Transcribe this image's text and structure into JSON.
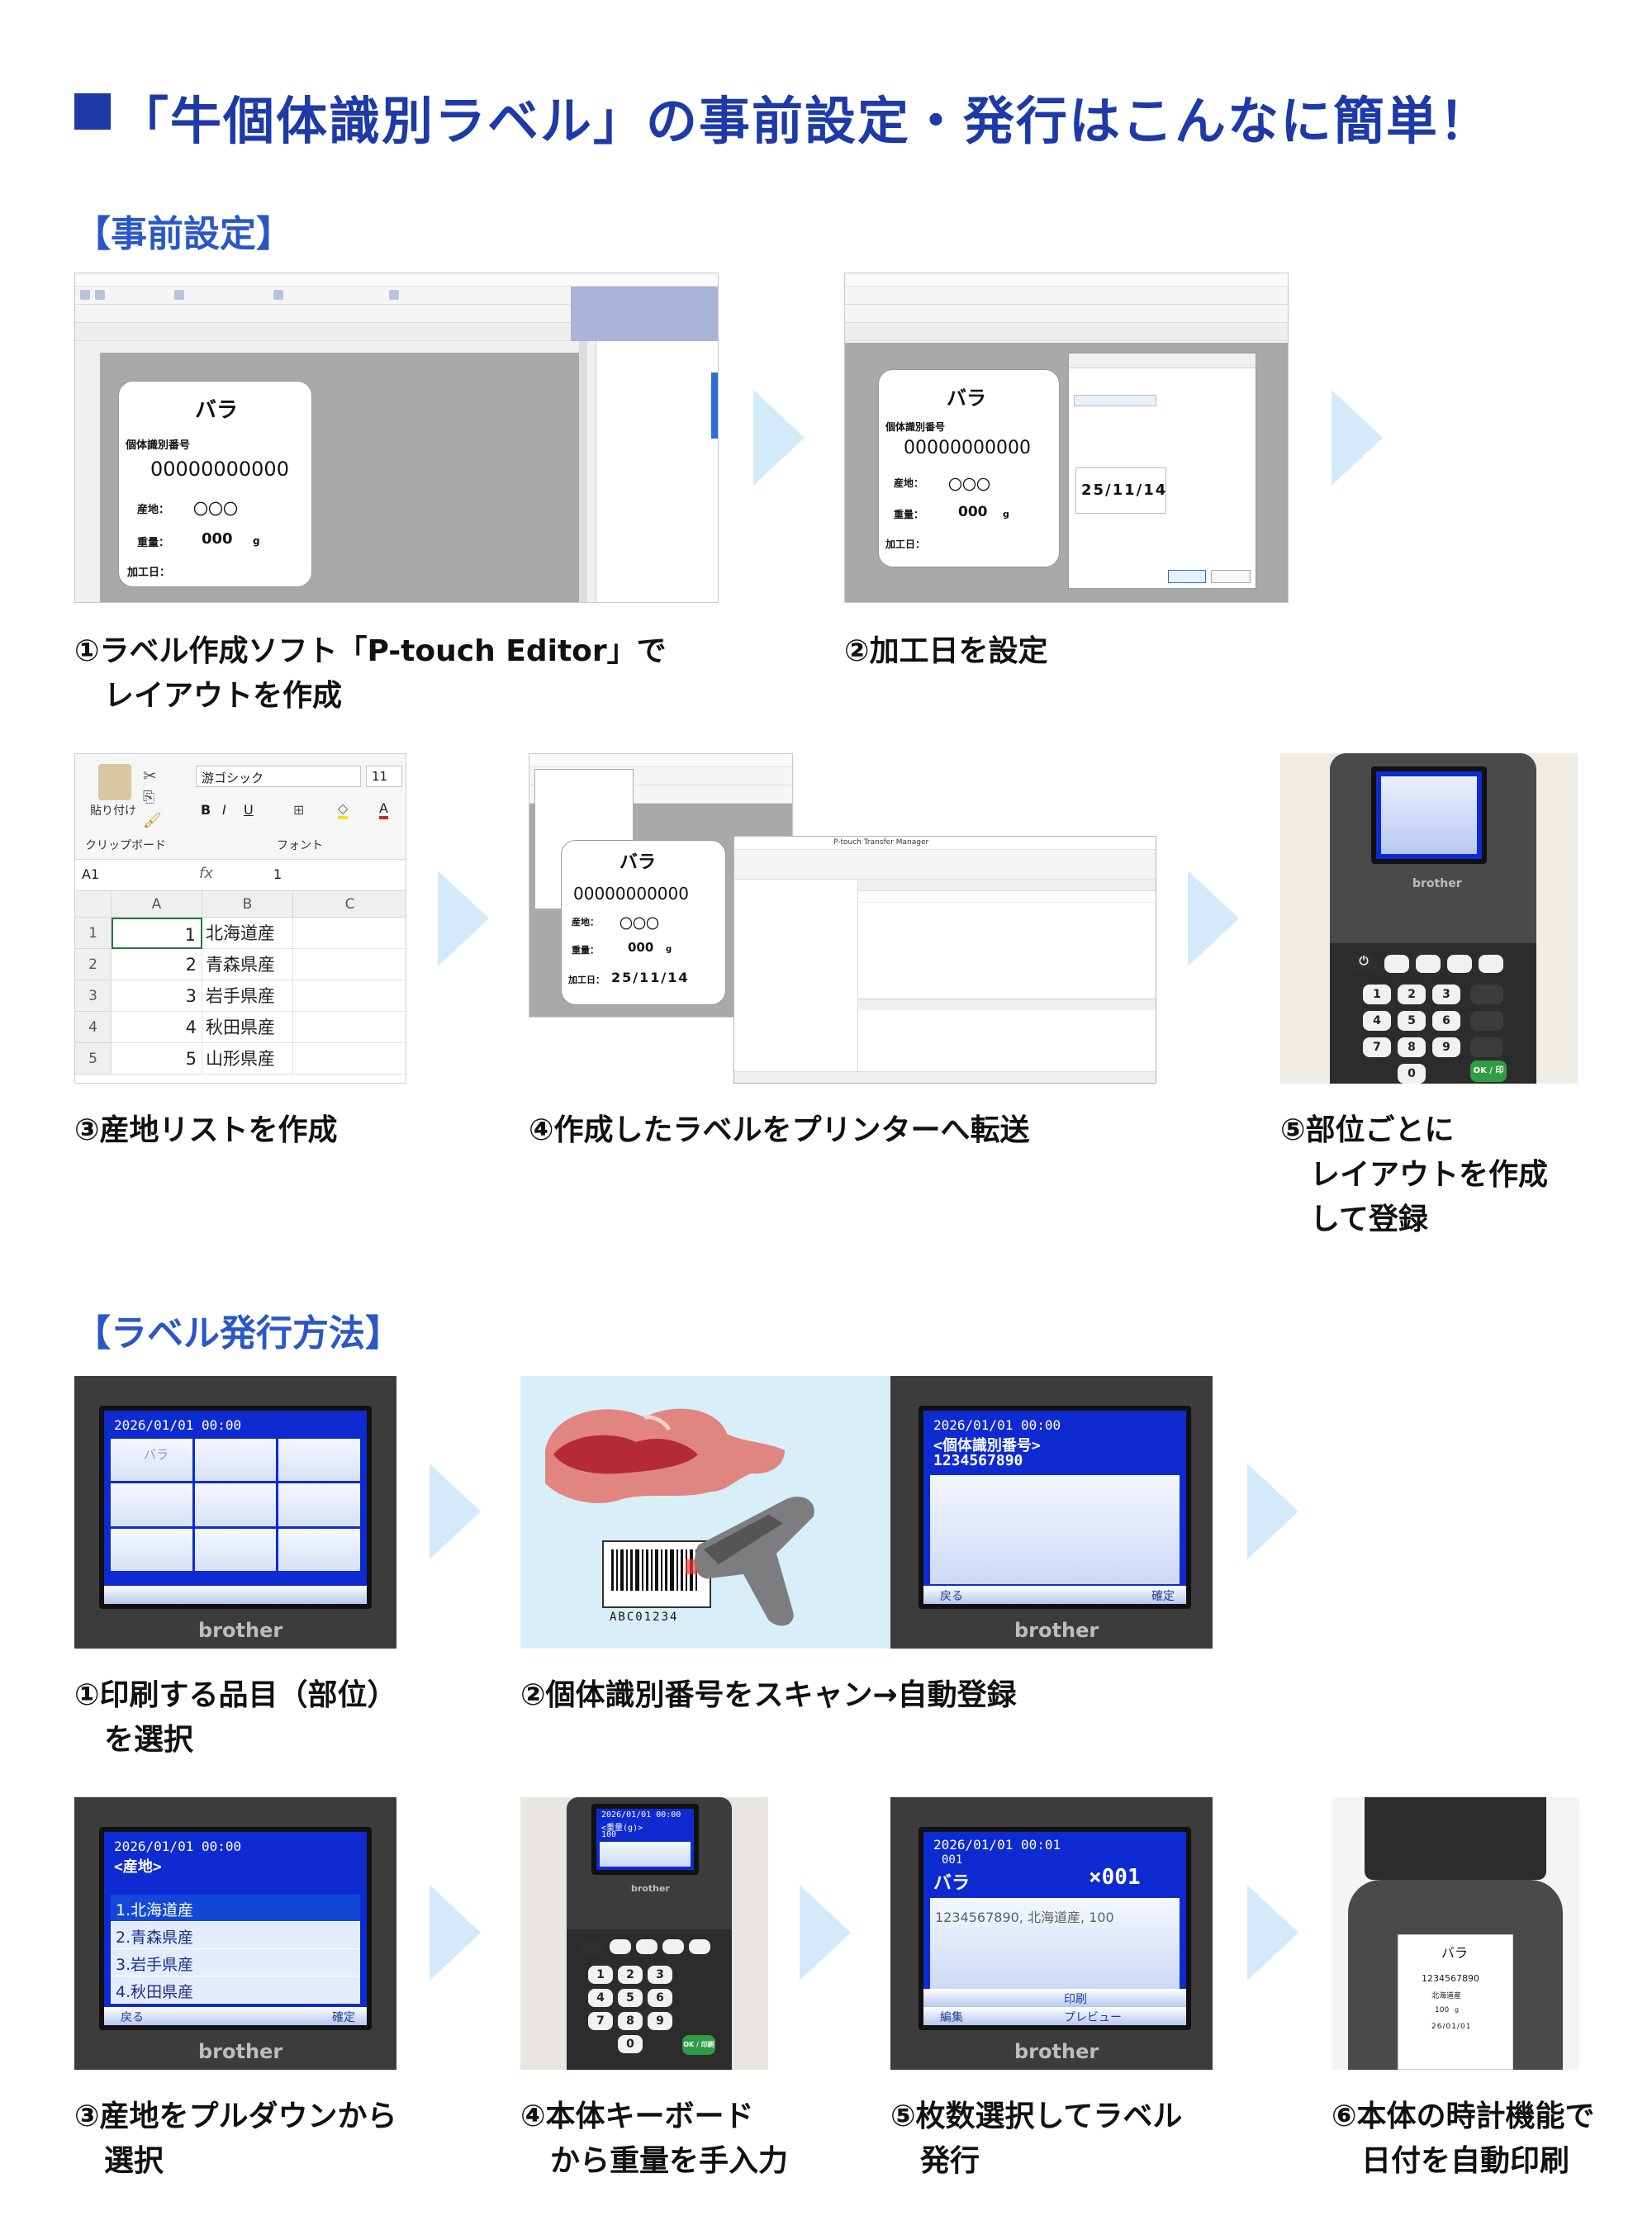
{
  "title": "「牛個体識別ラベル」の事前設定・発行はこんなに簡単！",
  "sections": {
    "presetting": "【事前設定】",
    "issuing": "【ラベル発行方法】"
  },
  "label": {
    "item_name": "バラ",
    "id_label": "個体識別番号",
    "id_value": "00000000000",
    "origin_label": "産地：",
    "origin_value": "〇〇〇",
    "weight_label": "重量：",
    "weight_value": "000",
    "weight_unit": "g",
    "date_label": "加工日：",
    "date_value": "25/11/14"
  },
  "excel": {
    "font_name": "游ゴシック",
    "font_size": "11",
    "cell_ref": "A1",
    "formula_value": "1",
    "paste_label": "貼り付け",
    "clipboard_label": "クリップボード",
    "font_group_label": "フォント",
    "columns": [
      "A",
      "B",
      "C"
    ],
    "rows": [
      {
        "num": "1",
        "value": "1",
        "pref": "北海道産"
      },
      {
        "num": "2",
        "value": "2",
        "pref": "青森県産"
      },
      {
        "num": "3",
        "value": "3",
        "pref": "岩手県産"
      },
      {
        "num": "4",
        "value": "4",
        "pref": "秋田県産"
      },
      {
        "num": "5",
        "value": "5",
        "pref": "山形県産"
      }
    ]
  },
  "transfer_manager": {
    "window_title": "P-touch Transfer Manager"
  },
  "device": {
    "brand": "brother",
    "datetime": "2026/01/01 00:00",
    "datetime_2": "2026/01/01 00:01",
    "grid_first": "バラ",
    "back": "戻る",
    "confirm": "確定",
    "header_id": "<個体識別番号>",
    "scan_value": "1234567890",
    "header_origin": "<産地>",
    "origin_options": [
      "1.北海道産",
      "2.青森県産",
      "3.岩手県産",
      "4.秋田県産"
    ],
    "header_weight": "<重量(g)>",
    "weight_entry": "100",
    "print_item_no": "001",
    "print_item_name": "バラ",
    "print_count": "×001",
    "print_summary": "1234567890, 北海道産, 100",
    "print_btn": "印刷",
    "preview_btn": "プレビュー",
    "edit_btn": "編集",
    "key_rows": [
      [
        "1",
        "2",
        "3"
      ],
      [
        "4",
        "5",
        "6"
      ],
      [
        "7",
        "8",
        "9"
      ],
      [
        "",
        "0",
        ""
      ]
    ],
    "ok_key": "OK / 印刷"
  },
  "barcode_text": "ABC01234",
  "printed_label": {
    "item": "バラ",
    "id_value": "1234567890",
    "origin_value": "北海道産",
    "weight_value": "100",
    "weight_unit": "g",
    "date_value": "26/01/01"
  },
  "steps_pre": [
    [
      "①ラベル作成ソフト「P-touch Editor」で",
      "　レイアウトを作成"
    ],
    [
      "②加工日を設定"
    ],
    [
      "③産地リストを作成"
    ],
    [
      "④作成したラベルをプリンターへ転送"
    ],
    [
      "⑤部位ごとに",
      "　レイアウトを作成",
      "　して登録"
    ]
  ],
  "steps_issue": [
    [
      "①印刷する品目（部位）",
      "　を選択"
    ],
    [
      "②個体識別番号をスキャン→自動登録"
    ],
    [
      "③産地をプルダウンから",
      "　選択"
    ],
    [
      "④本体キーボード",
      "　から重量を手入力"
    ],
    [
      "⑤枚数選択してラベル",
      "　発行"
    ],
    [
      "⑥本体の時計機能で",
      "　日付を自動印刷"
    ]
  ],
  "colors": {
    "title": "#1d3aa8",
    "section": "#2a57c8",
    "arrow": "#d3eafb"
  }
}
